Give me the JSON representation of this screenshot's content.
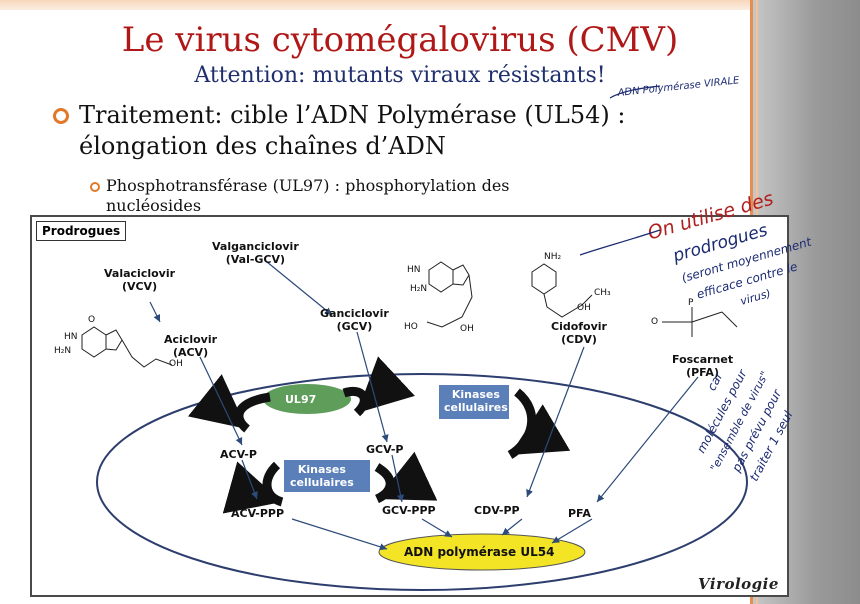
{
  "slide": {
    "title": "Le virus cytomégalovirus (CMV)",
    "subtitle": "Attention: mutants viraux résistants!",
    "bullet1": "Traitement: cible l’ADN Polymérase (UL54) : élongation des chaînes d’ADN",
    "bullet1_line1": "Traitement: cible l’ADN Polymérase (UL54) :",
    "bullet1_line2": "élongation des chaînes d’ADN",
    "bullet2_line1": "Phosphotransférase (UL97) : phosphorylation des",
    "bullet2_line2": "nucléosides"
  },
  "figure": {
    "box_label": "Prodrogues",
    "valganciclovir": "Valganciclovir",
    "valganciclovir_abbr": "(Val-GCV)",
    "valaciclovir": "Valaciclovir",
    "valaciclovir_abbr": "(VCV)",
    "aciclovir": "Aciclovir",
    "aciclovir_abbr": "(ACV)",
    "ganciclovir": "Ganciclovir",
    "ganciclovir_abbr": "(GCV)",
    "cidofovir": "Cidofovir",
    "cidofovir_abbr": "(CDV)",
    "foscarnet": "Foscarnet",
    "foscarnet_abbr": "(PFA)",
    "ul97": "UL97",
    "kinases1": "Kinases",
    "kinases2": "cellulaires",
    "gcvp": "GCV-P",
    "acvp": "ACV-P",
    "acvppp": "ACV-PPP",
    "gcvppp": "GCV-PPP",
    "cdvpp": "CDV-PP",
    "pfa": "PFA",
    "adn_pol": "ADN polymérase UL54",
    "logo": "Virologie",
    "chem_nh2": "NH₂",
    "chem_hn": "HN",
    "chem_h2n": "H₂N",
    "chem_o": "O",
    "chem_oh": "OH",
    "chem_ho": "HO",
    "chem_ch3": "CH₃",
    "chem_p": "P"
  },
  "handwriting": {
    "note_top": "ADN Polymérase VIRALE",
    "note1": [
      "On utilise des",
      "prodrogues",
      "(seront moyennement",
      "efficace contre le",
      "virus)"
    ],
    "note2": [
      "car",
      "molécules pour",
      "\"ensemble de virus\"",
      "pas prévu pour",
      "traiter 1 seul"
    ]
  },
  "colors": {
    "title": "#b01818",
    "subtitle": "#1f2f6e",
    "bullet": "#e07a2a",
    "ul97_fill": "#5e9e5a",
    "kinase_fill": "#5b7fb8",
    "adn_fill": "#f3e526",
    "handwriting": "#1c2a72",
    "handwriting_red": "#b02020"
  }
}
